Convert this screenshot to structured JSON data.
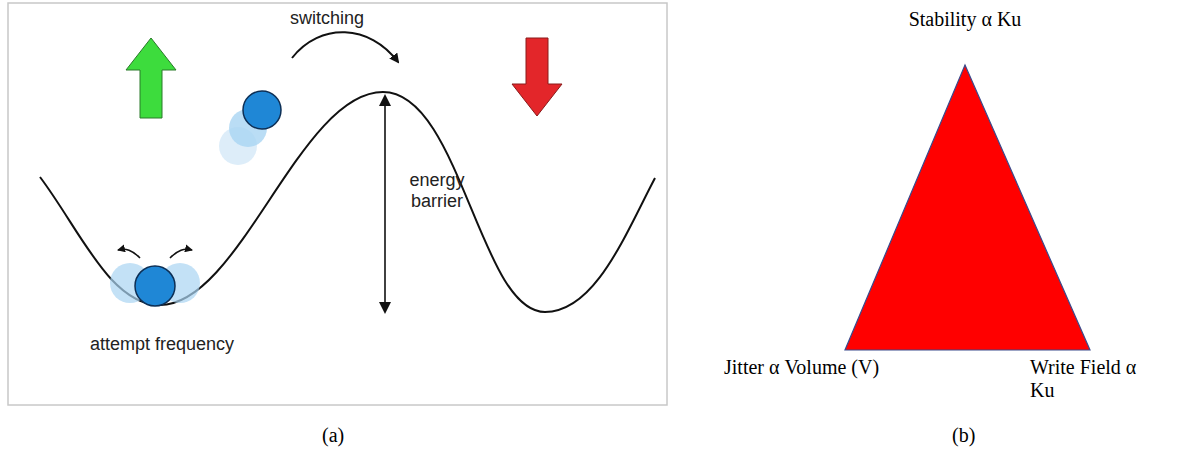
{
  "diagram": {
    "labels": [
      "switching",
      "energy barrier",
      "attempt frequency",
      "(a)",
      "Stability α Ku",
      "Jitter α Volume (V)",
      "Write Field α Ku",
      "(b)"
    ]
  }
}
